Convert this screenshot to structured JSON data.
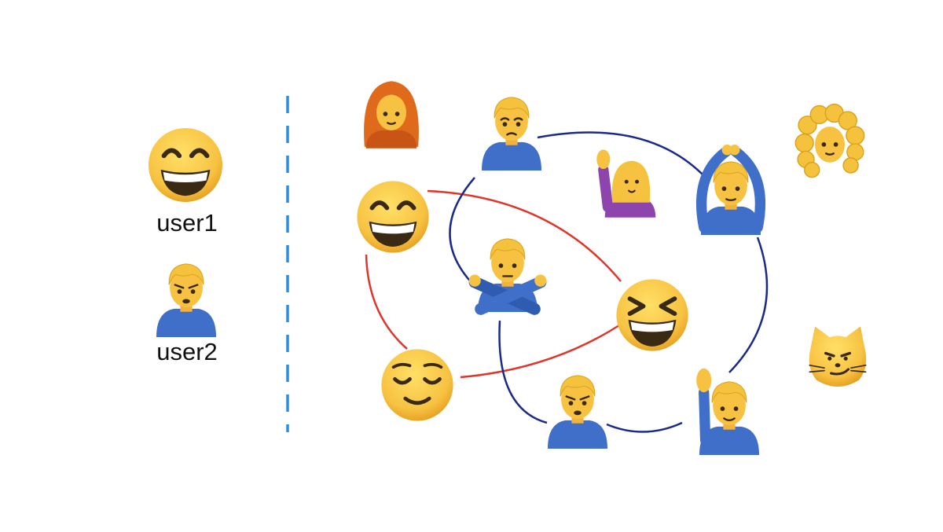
{
  "legend": {
    "user1": {
      "label": "user1",
      "icon": "grinning-face-smiling-eyes"
    },
    "user2": {
      "label": "user2",
      "icon": "man-pouting"
    }
  },
  "colors": {
    "divider": "#2b8de0",
    "user1_edges": "#e0352b",
    "user2_edges": "#1b2a8a",
    "skin": "#f7c242",
    "shirt": "#3f6fc9",
    "hair_blond": "#f4c23c",
    "hair_red": "#e06a1b",
    "purple_shirt": "#8e44ad"
  },
  "nodes": [
    {
      "id": "woman-red-hair",
      "icon": "woman-red-hair"
    },
    {
      "id": "man-frowning",
      "icon": "man-frowning"
    },
    {
      "id": "woman-raising-hand",
      "icon": "woman-raising-hand"
    },
    {
      "id": "man-gesturing-ok",
      "icon": "man-gesturing-ok"
    },
    {
      "id": "woman-curly-hair",
      "icon": "woman-curly-hair"
    },
    {
      "id": "grinning-face",
      "icon": "grinning-face-smiling-eyes"
    },
    {
      "id": "man-gesturing-no",
      "icon": "man-gesturing-no"
    },
    {
      "id": "squinting-face",
      "icon": "grinning-squinting-face"
    },
    {
      "id": "relieved-face",
      "icon": "relieved-face"
    },
    {
      "id": "man-pouting",
      "icon": "man-pouting"
    },
    {
      "id": "man-raising-hand",
      "icon": "man-raising-hand"
    },
    {
      "id": "smirking-cat",
      "icon": "smirking-cat"
    }
  ],
  "edges": [
    {
      "from": "grinning-face",
      "to": "squinting-face",
      "type": "user1"
    },
    {
      "from": "grinning-face",
      "to": "relieved-face",
      "type": "user1"
    },
    {
      "from": "relieved-face",
      "to": "squinting-face",
      "type": "user1"
    },
    {
      "from": "man-frowning",
      "to": "man-gesturing-ok",
      "type": "user2"
    },
    {
      "from": "man-frowning",
      "to": "man-gesturing-no",
      "type": "user2"
    },
    {
      "from": "man-gesturing-ok",
      "to": "man-raising-hand",
      "type": "user2"
    },
    {
      "from": "man-gesturing-no",
      "to": "man-pouting",
      "type": "user2"
    },
    {
      "from": "man-pouting",
      "to": "man-raising-hand",
      "type": "user2"
    }
  ]
}
